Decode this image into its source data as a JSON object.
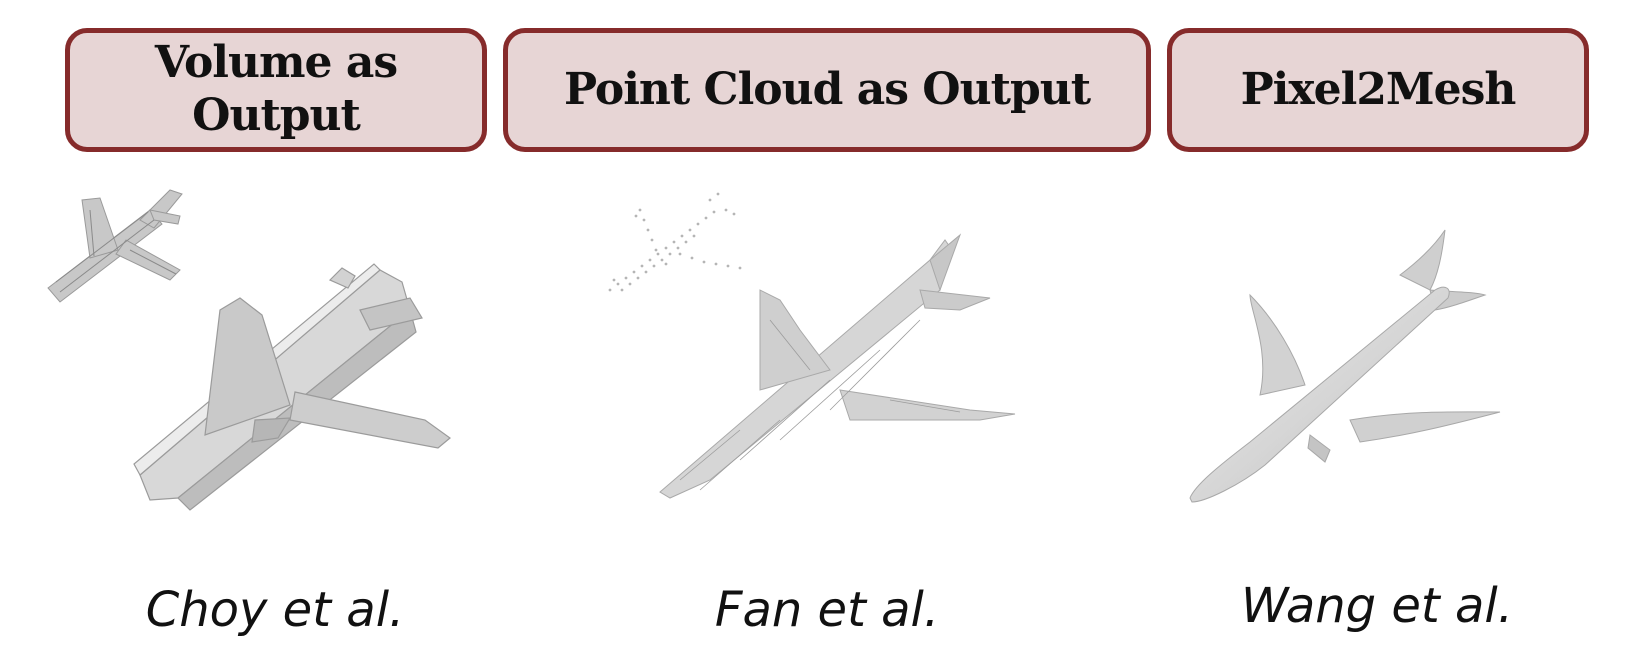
{
  "headers": {
    "volume": [
      "Volume as",
      "Output"
    ],
    "pointcloud": "Point Cloud as Output",
    "mesh": "Pixel2Mesh"
  },
  "figures": {
    "voxel": {
      "depicts": "voxel-airplane",
      "inset": "voxel-airplane-input"
    },
    "pointcloud": {
      "depicts": "mesh-airplane-from-point-cloud",
      "inset": "point-cloud-airplane"
    },
    "mesh": {
      "depicts": "smooth-mesh-airplane"
    }
  },
  "captions": {
    "choy": "Choy et al.",
    "fan": "Fan et al.",
    "wang": "Wang et al."
  },
  "colors": {
    "header_fill": "#e7d5d5",
    "header_border": "#862b2b",
    "model_gray": "#cfcfcf"
  }
}
